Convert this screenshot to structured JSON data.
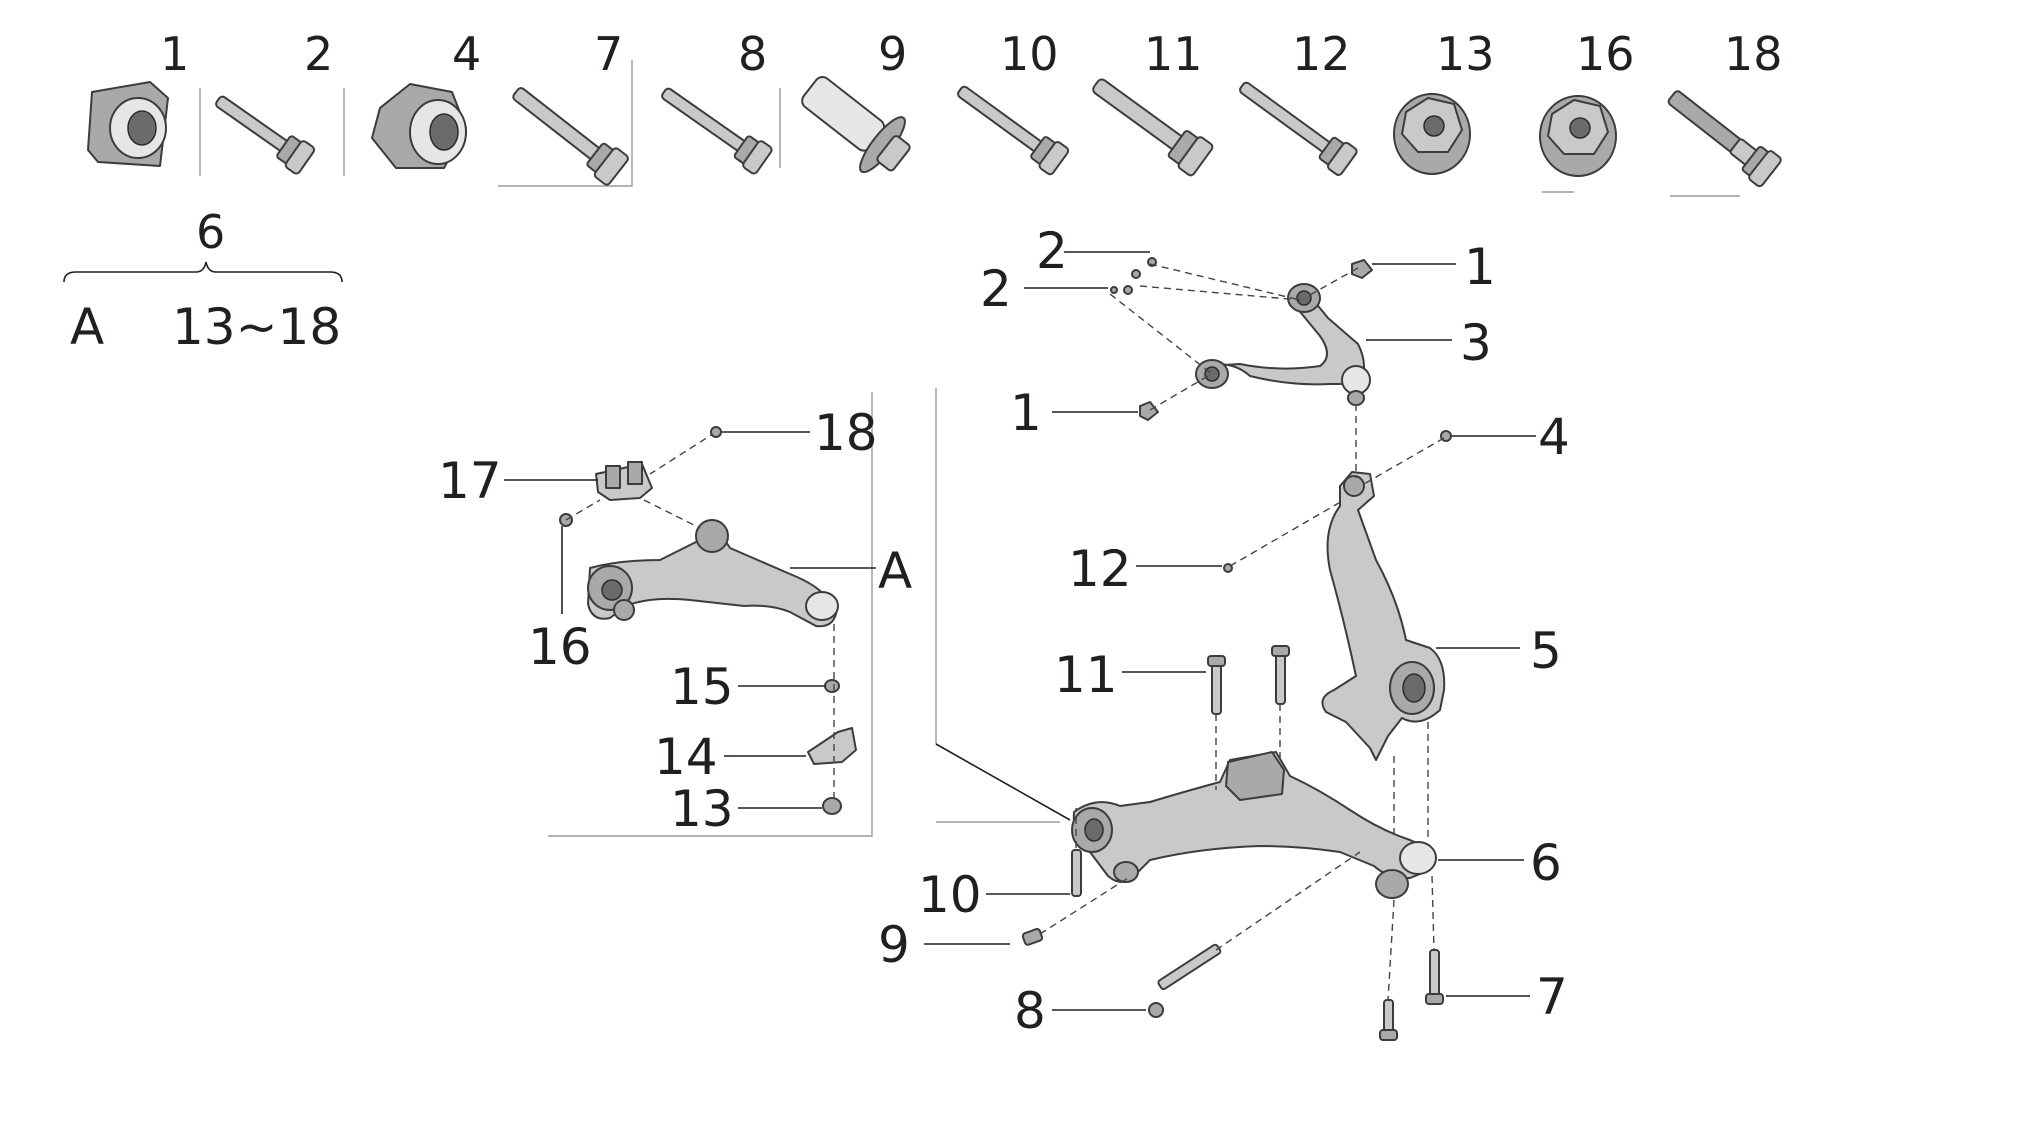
{
  "legend": {
    "items": [
      {
        "label": "1"
      },
      {
        "label": "2"
      },
      {
        "label": "4"
      },
      {
        "label": "7"
      },
      {
        "label": "8"
      },
      {
        "label": "9"
      },
      {
        "label": "10"
      },
      {
        "label": "11"
      },
      {
        "label": "12"
      },
      {
        "label": "13"
      },
      {
        "label": "16"
      },
      {
        "label": "18"
      }
    ]
  },
  "kit": {
    "number": "6",
    "left": "A",
    "right": "13~18"
  },
  "assembly_a": {
    "labels": {
      "p17": "17",
      "p18": "18",
      "pA": "A",
      "p16": "16",
      "p15": "15",
      "p14": "14",
      "p13": "13"
    }
  },
  "main": {
    "labels": {
      "p2a": "2",
      "p2b": "2",
      "p1a": "1",
      "p3": "3",
      "p1b": "1",
      "p4": "4",
      "p12": "12",
      "p5": "5",
      "p11": "11",
      "p6": "6",
      "p10": "10",
      "p9": "9",
      "p8": "8",
      "p7": "7"
    }
  }
}
